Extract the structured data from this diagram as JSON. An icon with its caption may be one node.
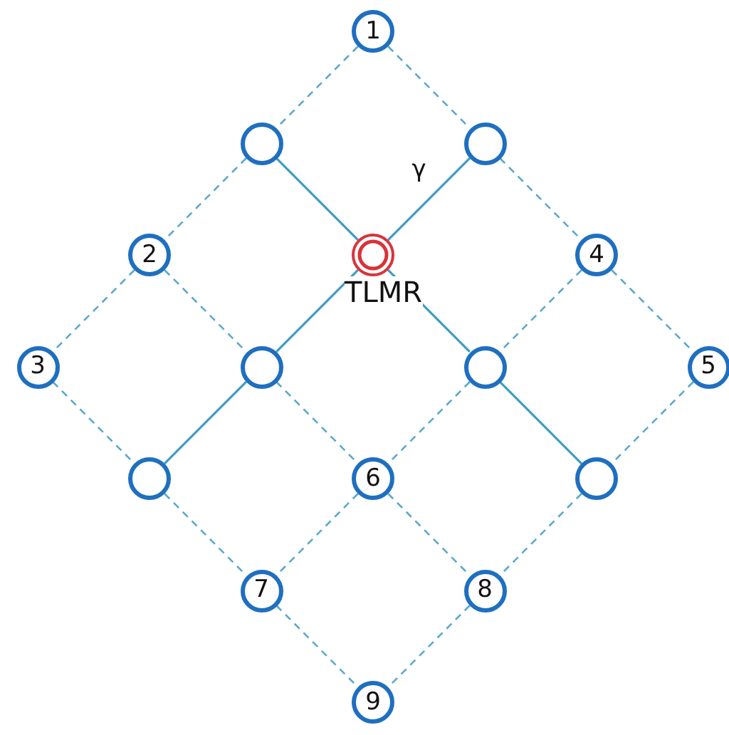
{
  "diagram": {
    "nodes": [
      {
        "text": [
          "1"
        ]
      },
      {
        "text": [],
        "shape": "circle"
      },
      {
        "text": [],
        "shape": "circle"
      },
      {
        "text": [
          "2"
        ]
      },
      {
        "text": [],
        "shape": "circle",
        "beside": [
          "TLMR"
        ]
      },
      {
        "text": [
          "4"
        ]
      },
      {
        "text": [
          "3"
        ]
      },
      {
        "text": [],
        "shape": "circle"
      },
      {
        "text": [],
        "shape": "circle"
      },
      {
        "text": [
          "5"
        ]
      },
      {
        "text": [],
        "shape": "circle"
      },
      {
        "text": [
          "6"
        ]
      },
      {
        "text": [],
        "shape": "circle"
      },
      {
        "text": [
          "7"
        ]
      },
      {
        "text": [
          "8"
        ]
      },
      {
        "text": [
          "9"
        ]
      }
    ],
    "edges": [
      {
        "from": 0,
        "to": 2,
        "arrow": "none",
        "style": "dashed"
      },
      {
        "from": 2,
        "to": 5,
        "arrow": "none",
        "style": "dashed"
      },
      {
        "from": 5,
        "to": 9,
        "arrow": "none",
        "style": "dashed"
      },
      {
        "from": 1,
        "to": 4,
        "arrow": "none"
      },
      {
        "from": 4,
        "to": 8,
        "arrow": "none"
      },
      {
        "from": 8,
        "to": 12,
        "arrow": "none"
      },
      {
        "from": 3,
        "to": 7,
        "arrow": "none",
        "style": "dashed"
      },
      {
        "from": 7,
        "to": 11,
        "arrow": "none",
        "style": "dashed"
      },
      {
        "from": 11,
        "to": 14,
        "arrow": "none",
        "style": "dashed"
      },
      {
        "from": 6,
        "to": 10,
        "arrow": "none",
        "style": "dashed"
      },
      {
        "from": 10,
        "to": 13,
        "arrow": "none",
        "style": "dashed"
      },
      {
        "from": 13,
        "to": 15,
        "arrow": "none",
        "style": "dashed"
      },
      {
        "from": 0,
        "to": 1,
        "arrow": "none",
        "style": "dashed"
      },
      {
        "from": 1,
        "to": 3,
        "arrow": "none",
        "style": "dashed"
      },
      {
        "from": 3,
        "to": 6,
        "arrow": "none",
        "style": "dashed"
      },
      {
        "from": 2,
        "to": 4,
        "arrow": "none",
        "label": "γ"
      },
      {
        "from": 4,
        "to": 7,
        "arrow": "none"
      },
      {
        "from": 7,
        "to": 10,
        "arrow": "none"
      },
      {
        "from": 5,
        "to": 8,
        "arrow": "none",
        "style": "dashed"
      },
      {
        "from": 8,
        "to": 11,
        "arrow": "none",
        "style": "dashed"
      },
      {
        "from": 11,
        "to": 13,
        "arrow": "none",
        "style": "dashed"
      },
      {
        "from": 9,
        "to": 12,
        "arrow": "none",
        "style": "dashed"
      },
      {
        "from": 12,
        "to": 14,
        "arrow": "none",
        "style": "dashed"
      },
      {
        "from": 14,
        "to": 15,
        "arrow": "none",
        "style": "dashed"
      }
    ]
  }
}
